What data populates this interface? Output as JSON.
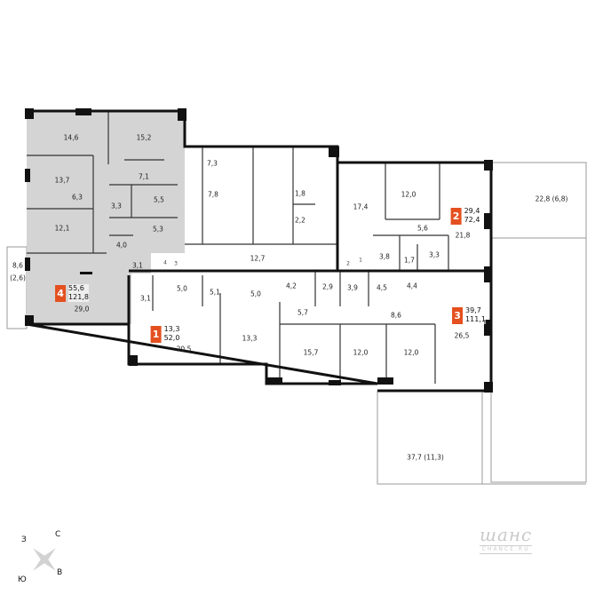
{
  "apartments": [
    {
      "number": "4",
      "living_area": "55,6",
      "total_area": "121,8"
    },
    {
      "number": "1",
      "living_area": "13,3",
      "total_area": "52,0"
    },
    {
      "number": "2",
      "living_area": "29,4",
      "total_area": "72,4"
    },
    {
      "number": "3",
      "living_area": "39,7",
      "total_area": "111,1"
    }
  ],
  "rooms": {
    "a4_r1": "14,6",
    "a4_r2": "15,2",
    "a4_r3": "13,7",
    "a4_r4": "7,1",
    "a4_hall": "6,3",
    "a4_bath1": "3,3",
    "a4_bath2": "5,5",
    "a4_r5": "12,1",
    "a4_r6": "5,3",
    "a4_wc": "4,0",
    "a4_entry": "3,1",
    "a4_living": "29,0",
    "a4_balcony": "8,6",
    "a4_balcony_reduced": "(2,6)",
    "stair": "7,3",
    "lobby": "7,8",
    "shaft1": "1,8",
    "shaft2": "2,2",
    "corridor": "12,7",
    "a1_r1": "5,0",
    "a1_bath": "3,1",
    "a1_hall": "5,1",
    "a1_bath2": "5,0",
    "a1_living": "20,5",
    "a1_bed": "13,3",
    "a2_r1": "17,4",
    "a2_r2": "12,0",
    "a2_hall": "5,6",
    "a2_living": "21,8",
    "a2_entry": "3,8",
    "a2_wc": "1,7",
    "a2_bath": "3,3",
    "a2_terrace": "22,8 (6,8)",
    "a3_bath1": "4,2",
    "a3_r1": "2,9",
    "a3_entry": "3,9",
    "a3_bath2": "4,5",
    "a3_bath3": "4,4",
    "a3_hall1": "5,7",
    "a3_hall2": "8,6",
    "a3_living": "26,5",
    "a3_bed1": "15,7",
    "a3_bed2": "12,0",
    "a3_bed3": "12,0",
    "a3_terrace": "37,7 (11,3)"
  },
  "door_numbers": [
    "4",
    "3",
    "2",
    "1"
  ],
  "compass": {
    "north": "С",
    "south": "Ю",
    "west": "З",
    "east": "В"
  },
  "logo": {
    "main": "шанс",
    "sub": "CHANCE.RU"
  },
  "colors": {
    "badge": "#e4501f",
    "highlight_fill": "#d4d4d4",
    "wall": "#111111"
  }
}
